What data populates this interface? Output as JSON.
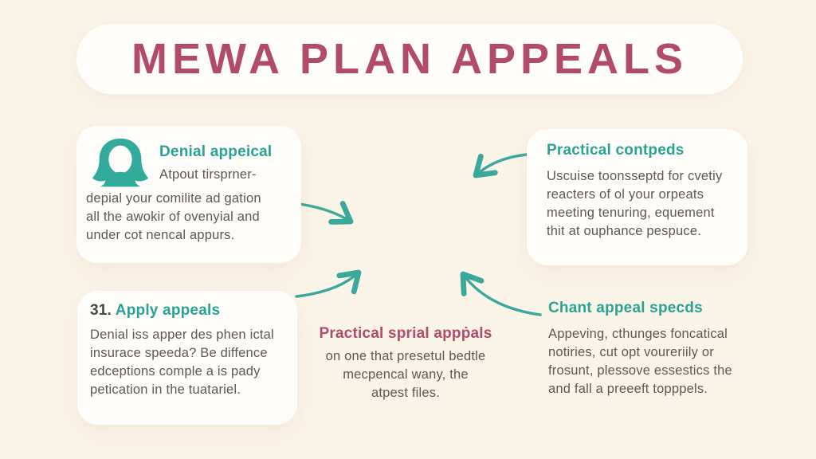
{
  "title": "MEWA PLAN APPEALS",
  "colors": {
    "background": "#fbf4e8",
    "card": "#fffefb",
    "accent_teal": "#2fa99b",
    "accent_rose": "#b24a6b",
    "body_text": "#5b5854",
    "number_text": "#3e4a49"
  },
  "icons": {
    "avatar": "person-avatar-icon"
  },
  "cards": {
    "denial": {
      "heading": "Denial appeical",
      "lines": [
        "Atpout tirsprner-",
        "depial your comilite ad gation",
        "all the awokir of ovenyial and",
        "under cot nencal appurs."
      ]
    },
    "practical": {
      "heading": "Practical contpeds",
      "lines": [
        "Uscuise toonsseptd for cvetiy",
        "reacters of ol your orpeats",
        "meeting tenuring, equement",
        "thit at ouphance pespuce."
      ]
    },
    "apply": {
      "number": "31.",
      "heading": "Apply appeals",
      "lines": [
        "Denial iss apper des phen ictal",
        "insurace speeda? Be diffence",
        "edceptions comple a is pady",
        "petication in the tuatariel."
      ]
    },
    "spiral": {
      "heading": "Practical sprial appṗals",
      "lines": [
        "on one that presetul bedtle",
        "mecpencal wany, the",
        "atpest files."
      ]
    },
    "chant": {
      "heading": "Chant appeal specds",
      "lines": [
        "Appeving, cthunges foncatical",
        "notiries, cut opt voureriily or",
        "frosunt, plessove essestics the",
        "and fall a preeeft topppels."
      ]
    }
  }
}
